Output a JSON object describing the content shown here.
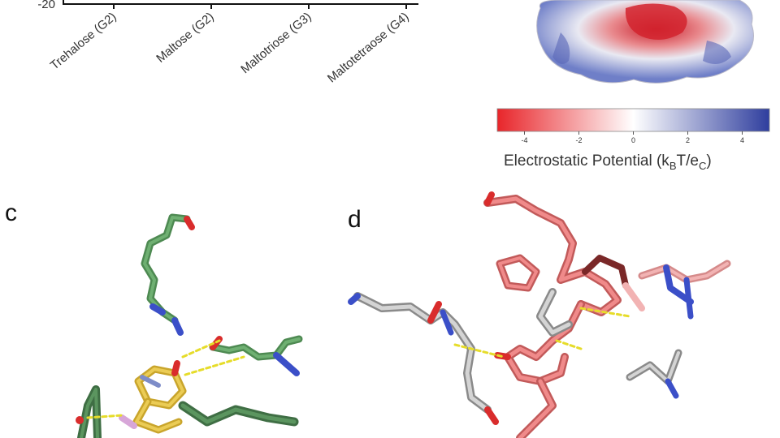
{
  "chart_data": {
    "type": "bar",
    "categories": [
      "Trehalose (G2)",
      "Maltose (G2)",
      "Maltotriose (G3)",
      "Maltotetraose (G4)"
    ],
    "y_tick_visible": "-20"
  },
  "colorbar": {
    "ticks": [
      "-4",
      "-2",
      "0",
      "2",
      "4"
    ],
    "title_main": "Electrostatic Potential (k",
    "title_sub_b": "B",
    "title_mid": "T/e",
    "title_sub_c": "C",
    "title_end": ")",
    "colors": {
      "negative": "#e8252a",
      "neutral": "#ffffff",
      "positive": "#2f3e9e"
    }
  },
  "panels": {
    "c_label": "c",
    "d_label": "d"
  }
}
